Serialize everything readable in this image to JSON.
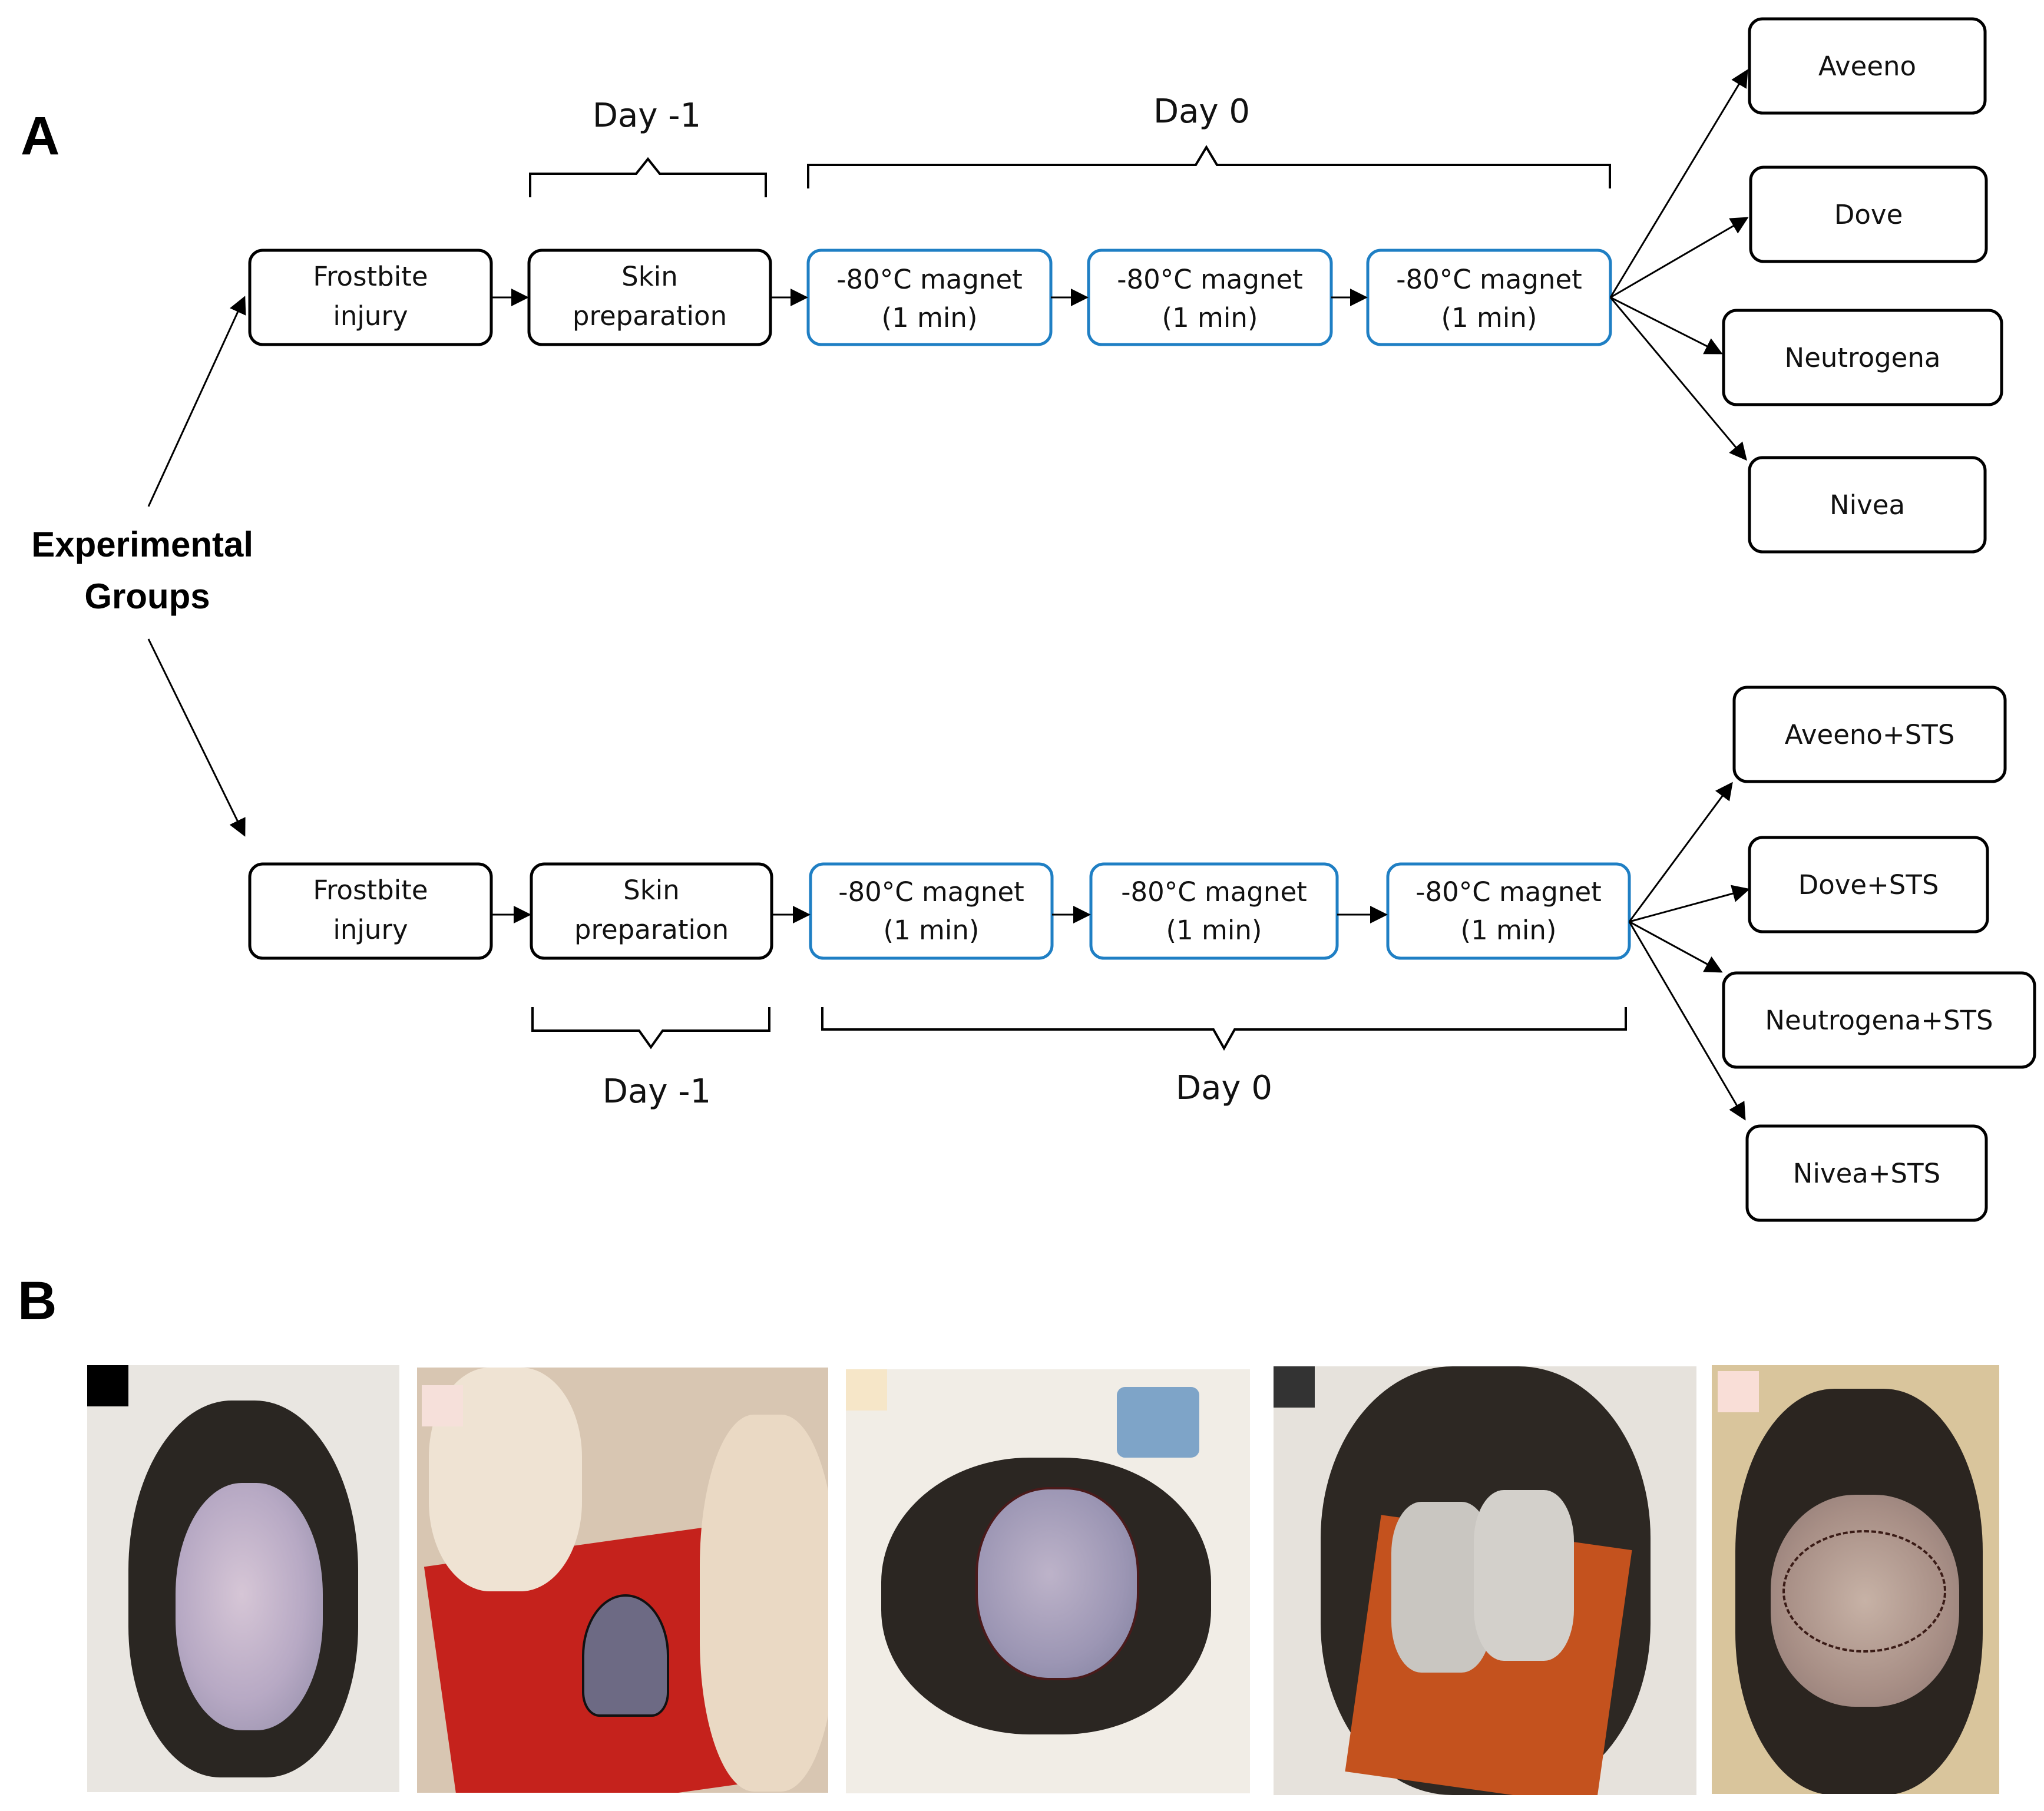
{
  "panels": {
    "a": "A",
    "b": "B"
  },
  "groups_label": [
    "Experimental",
    "Groups"
  ],
  "row1": {
    "steps": [
      [
        "Frostbite",
        "injury"
      ],
      [
        "Skin",
        "preparation"
      ],
      [
        "-80°C magnet",
        "(1 min)"
      ],
      [
        "-80°C magnet",
        "(1 min)"
      ],
      [
        "-80°C magnet",
        "(1 min)"
      ]
    ],
    "brackets": [
      "Day -1",
      "Day 0"
    ],
    "outcomes": [
      "Aveeno",
      "Dove",
      "Neutrogena",
      "Nivea"
    ]
  },
  "row2": {
    "steps": [
      [
        "Frostbite",
        "injury"
      ],
      [
        "Skin",
        "preparation"
      ],
      [
        "-80°C magnet",
        "(1 min)"
      ],
      [
        "-80°C magnet",
        "(1 min)"
      ],
      [
        "-80°C magnet",
        "(1 min)"
      ]
    ],
    "brackets": [
      "Day -1",
      "Day 0"
    ],
    "outcomes": [
      "Aveeno+STS",
      "Dove+STS",
      "Neutrogena+STS",
      "Nivea+STS"
    ]
  },
  "colors": {
    "box_border": "#000000",
    "magnet_border": "#1f7fc4",
    "arrow": "#000000"
  }
}
